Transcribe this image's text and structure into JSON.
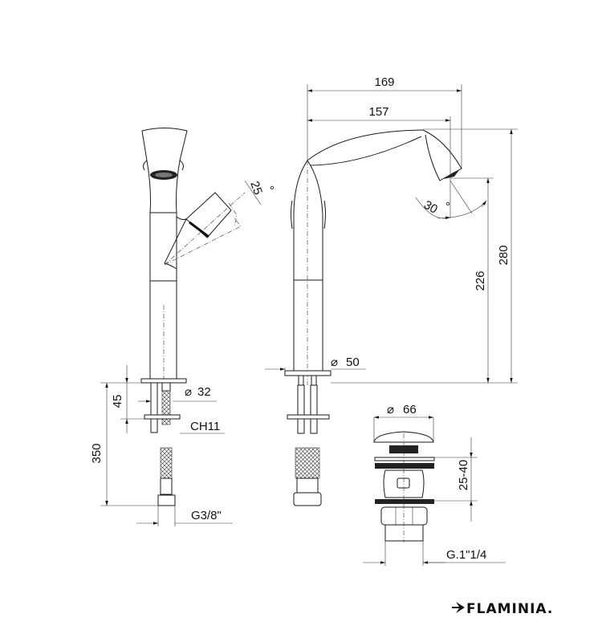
{
  "brand": {
    "logo_text": "FLAMINIA."
  },
  "side_view": {
    "handle_angle": "25",
    "degree_symbol": "°",
    "base_diameter": "32",
    "fixing_height": "45",
    "total_hose_length": "350",
    "nut_size": "CH11",
    "hose_thread": "G3/8\""
  },
  "front_view": {
    "overall_reach": "169",
    "spout_reach": "157",
    "overall_height": "280",
    "spout_height": "226",
    "base_diameter": "50",
    "spout_angle": "30",
    "degree_symbol": "°"
  },
  "drain": {
    "cap_diameter": "66",
    "thickness_range": "25-40",
    "thread": "G.1\"1/4"
  },
  "symbols": {
    "diameter": "⌀"
  }
}
